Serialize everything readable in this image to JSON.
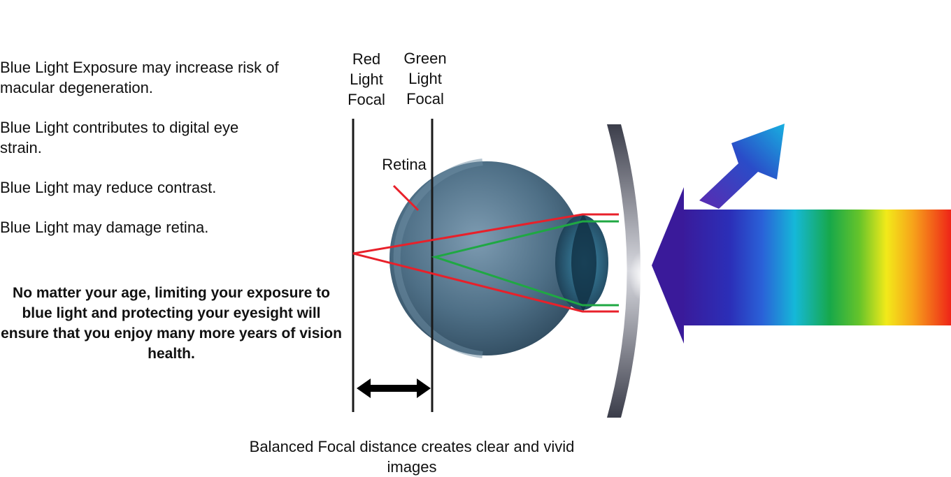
{
  "facts": [
    "Blue Light Exposure may increase risk of macular degeneration.",
    "Blue Light contributes to digital eye strain.",
    "Blue Light may reduce contrast.",
    "Blue Light may damage retina."
  ],
  "conclusion": "No matter your age, limiting your exposure to blue light and protecting your eyesight will ensure that you enjoy many more years of vision health.",
  "diagram": {
    "red_focal_label": "Red Light Focal",
    "green_focal_label": "Green Light Focal",
    "retina_label": "Retina",
    "caption": "Balanced Focal distance creates clear and vivid images"
  },
  "colors": {
    "red_ray": "#e8202a",
    "green_ray": "#1fa843",
    "eye_blue": "#4e6f86",
    "arrow_violet": "#3c1f9a"
  }
}
